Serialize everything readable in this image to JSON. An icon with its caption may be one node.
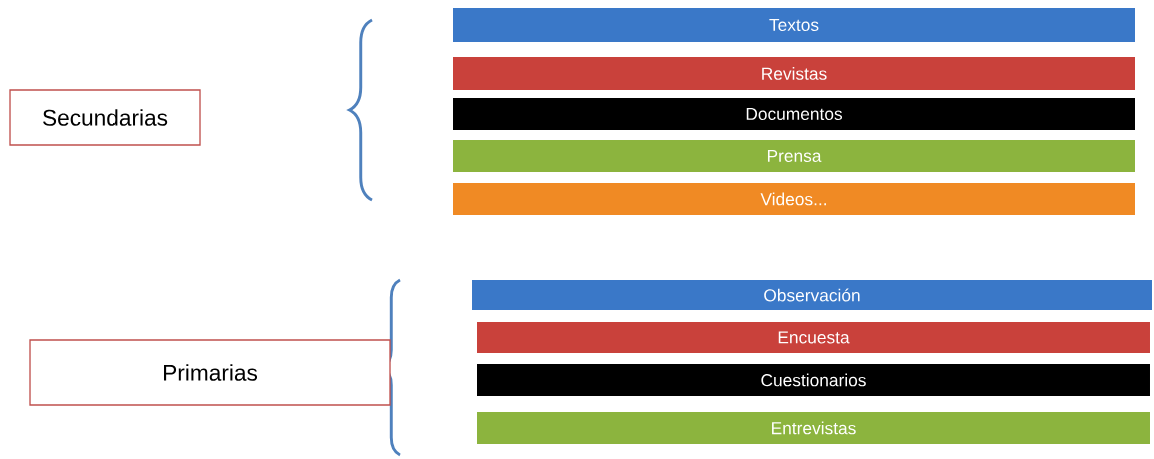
{
  "diagram": {
    "nodes": [
      {
        "text": [
          "Secundarias"
        ]
      },
      {
        "text": [
          "Textos"
        ]
      },
      {
        "text": [
          "Revistas"
        ]
      },
      {
        "text": [
          "Documentos"
        ]
      },
      {
        "text": [
          "Prensa"
        ]
      },
      {
        "text": [
          "Videos..."
        ]
      },
      {
        "text": [
          "Primarias"
        ]
      },
      {
        "text": [
          "Observación"
        ]
      },
      {
        "text": [
          "Encuesta"
        ]
      },
      {
        "text": [
          "Cuestionarios"
        ]
      },
      {
        "text": [
          "Entrevistas"
        ]
      }
    ]
  }
}
